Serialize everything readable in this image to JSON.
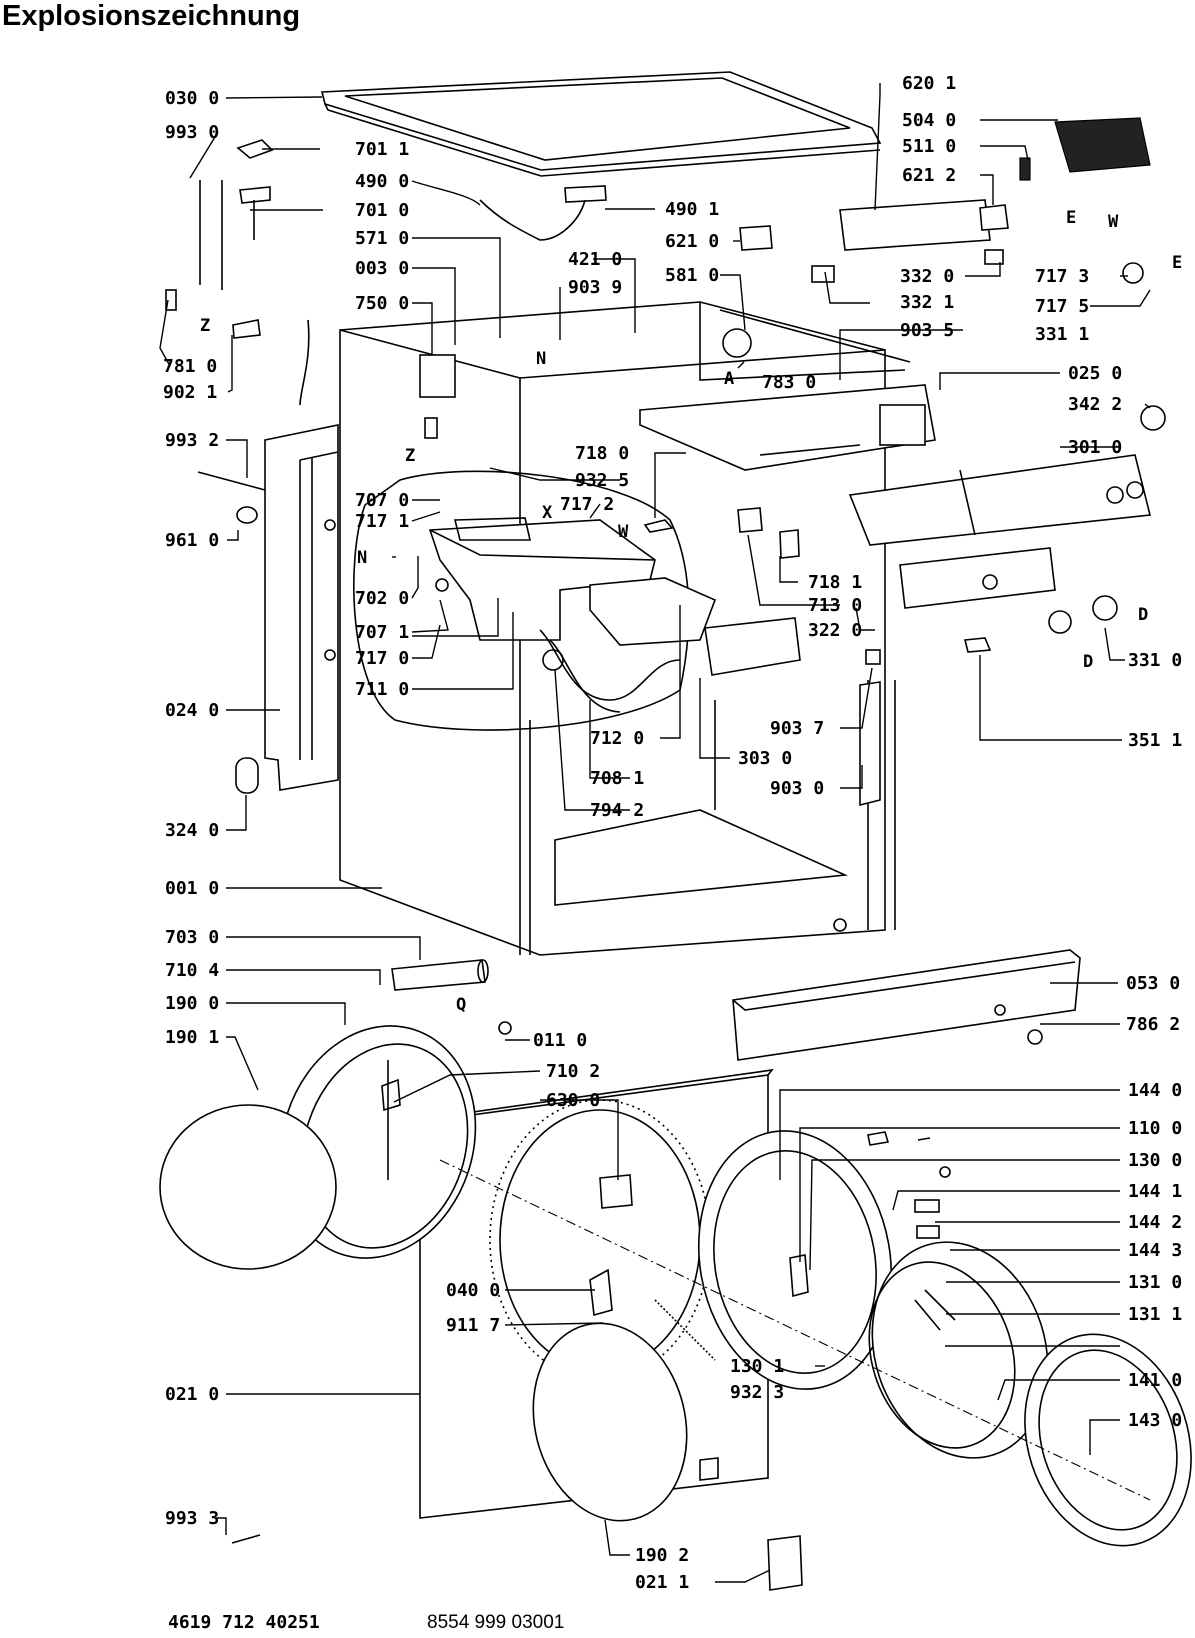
{
  "title": "Explosionszeichnung",
  "footer": {
    "left_code": "4619 712 40251",
    "right_code": "8554 999 03001"
  },
  "parts": {
    "p030_0": "030 0",
    "p993_0": "993 0",
    "p701_1": "701 1",
    "p490_0": "490 0",
    "p701_0": "701 0",
    "p571_0": "571 0",
    "p003_0": "003 0",
    "p750_0": "750 0",
    "p781_0": "781 0",
    "p902_1": "902 1",
    "p993_2": "993 2",
    "p961_0": "961 0",
    "p707_0": "707 0",
    "p717_1": "717 1",
    "p702_0": "702 0",
    "p707_1": "707 1",
    "p717_0": "717 0",
    "p711_0": "711 0",
    "p024_0": "024 0",
    "p324_0": "324 0",
    "p001_0": "001 0",
    "p703_0": "703 0",
    "p710_4": "710 4",
    "p190_0": "190 0",
    "p190_1": "190 1",
    "p011_0": "011 0",
    "p710_2": "710 2",
    "p630_0": "630 0",
    "p040_0": "040 0",
    "p911_7": "911 7",
    "p021_0": "021 0",
    "p993_3": "993 3",
    "p190_2": "190 2",
    "p021_1": "021 1",
    "p620_1": "620 1",
    "p504_0": "504 0",
    "p511_0": "511 0",
    "p621_2": "621 2",
    "p490_1": "490 1",
    "p621_0": "621 0",
    "p421_0": "421 0",
    "p903_9": "903 9",
    "p581_0": "581 0",
    "p332_0": "332 0",
    "p332_1": "332 1",
    "p717_3": "717 3",
    "p717_5": "717 5",
    "p903_5": "903 5",
    "p331_1": "331 1",
    "p783_0": "783 0",
    "p025_0": "025 0",
    "p342_2": "342 2",
    "p301_0": "301 0",
    "p718_0": "718 0",
    "p932_5": "932 5",
    "p717_2": "717 2",
    "p718_1": "718 1",
    "p713_0": "713 0",
    "p322_0": "322 0",
    "p331_0": "331 0",
    "p903_7": "903 7",
    "p351_1": "351 1",
    "p712_0": "712 0",
    "p303_0": "303 0",
    "p708_1": "708 1",
    "p903_0": "903 0",
    "p794_2": "794 2",
    "p053_0": "053 0",
    "p786_2": "786 2",
    "p144_0": "144 0",
    "p110_0": "110 0",
    "p130_0": "130 0",
    "p144_1": "144 1",
    "p144_2": "144 2",
    "p144_3": "144 3",
    "p131_0": "131 0",
    "p131_1": "131 1",
    "p130_1": "130 1",
    "p932_3": "932 3",
    "p141_0": "141 0",
    "p143_0": "143 0"
  },
  "markers": {
    "Z1": "Z",
    "Z2": "Z",
    "N1": "N",
    "N2": "N",
    "A": "A",
    "X": "X",
    "W1": "W",
    "W2": "W",
    "E1": "E",
    "E2": "E",
    "D1": "D",
    "D2": "D",
    "Q": "Q"
  }
}
